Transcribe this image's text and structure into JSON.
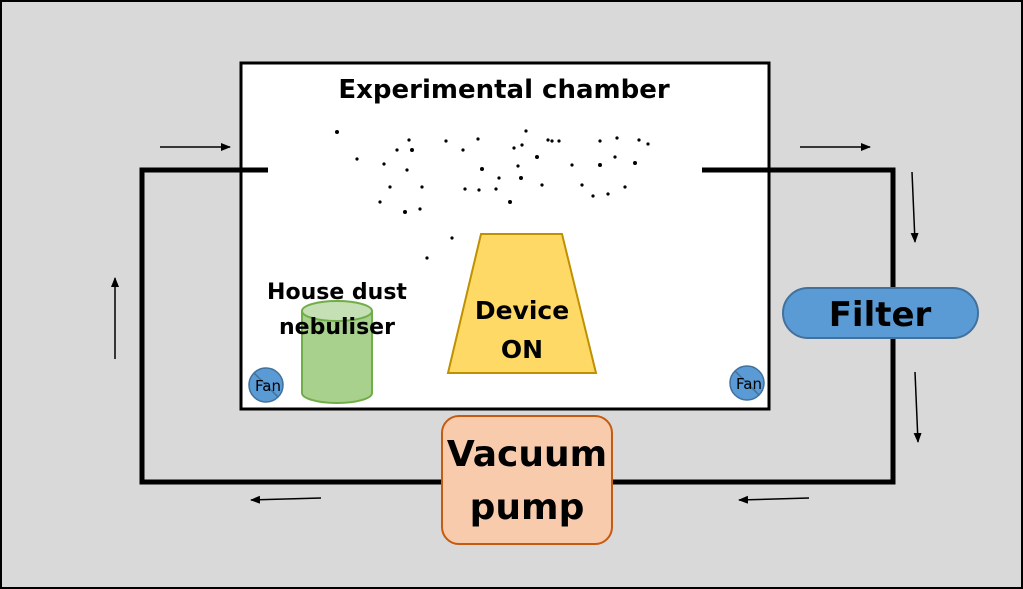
{
  "colors": {
    "background": "#d9d9d9",
    "chamber_fill": "#ffffff",
    "line": "#000000",
    "nebuliser_fill": "#a9d18e",
    "nebuliser_stroke": "#70ad47",
    "device_fill": "#ffd966",
    "device_stroke": "#bf9000",
    "filter_fill": "#5b9bd5",
    "filter_stroke": "#41719c",
    "pump_fill": "#f8cbad",
    "pump_stroke": "#c55a11",
    "fan_fill": "#5b9bd5",
    "fan_stroke": "#41719c"
  },
  "chamber": {
    "title": "Experimental chamber"
  },
  "nebuliser": {
    "line1": "House dust",
    "line2": "nebuliser"
  },
  "device": {
    "line1": "Device",
    "line2": "ON"
  },
  "filter": {
    "label": "Filter"
  },
  "pump": {
    "line1": "Vacuum",
    "line2": "pump"
  },
  "fans": {
    "left_label": "Fan",
    "right_label": "Fan"
  },
  "flow": {
    "arrows": [
      {
        "id": "inlet-arrow",
        "direction": "right"
      },
      {
        "id": "outlet-arrow",
        "direction": "right"
      },
      {
        "id": "right-down-arrow-upper",
        "direction": "down"
      },
      {
        "id": "right-down-arrow-lower",
        "direction": "down"
      },
      {
        "id": "bottom-left-arrow-right",
        "direction": "left"
      },
      {
        "id": "bottom-left-arrow-left",
        "direction": "left"
      },
      {
        "id": "left-up-arrow",
        "direction": "up"
      }
    ]
  },
  "dust_particles": {
    "icon": "dust-dots"
  }
}
